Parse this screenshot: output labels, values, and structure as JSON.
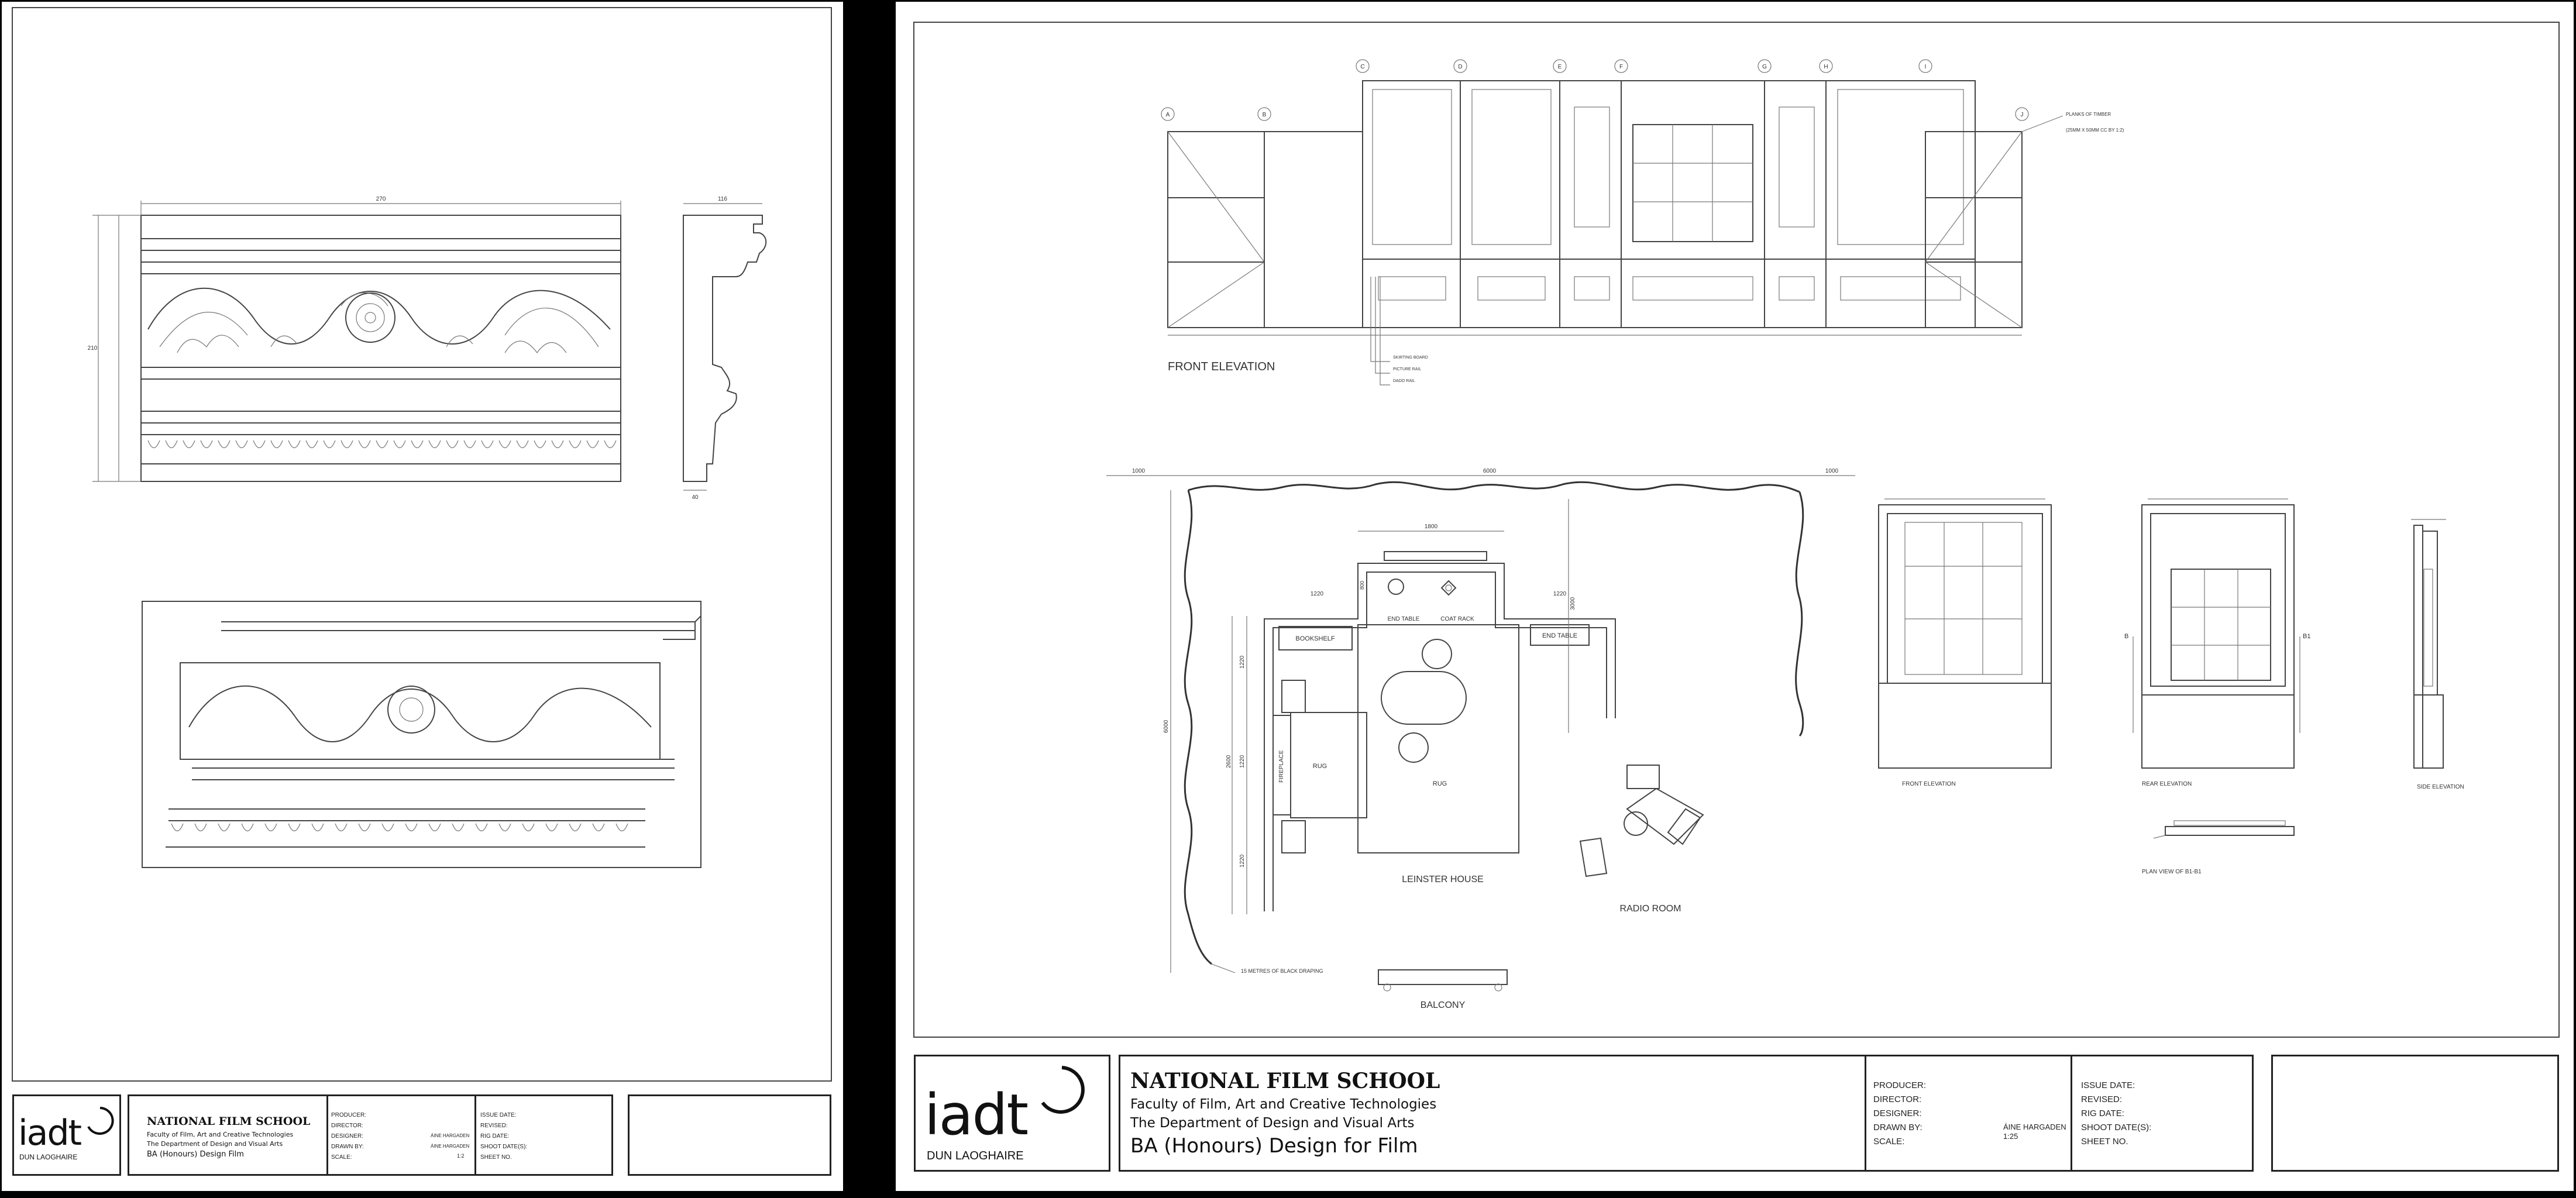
{
  "left_sheet": {
    "title_block": {
      "logo_word": "iadt",
      "logo_sub": "DUN LAOGHAIRE",
      "school": "NATIONAL FILM SCHOOL",
      "faculty": "Faculty of Film, Art and Creative Technologies",
      "department": "The Department of Design and Visual Arts",
      "course": "BA (Honours) Design Film",
      "fields_left": [
        "PRODUCER:",
        "DIRECTOR:",
        "DESIGNER:",
        "DRAWN BY:",
        "SCALE:"
      ],
      "fields_right": [
        "ISSUE DATE:",
        "REVISED:",
        "RIG DATE:",
        "SHOOT DATE(S):",
        "SHEET NO."
      ],
      "designer_value": "ÁINE HARGADEN",
      "drawn_value": "ÁINE HARGADEN",
      "scale_value": "1:2"
    },
    "dims": {
      "top_width": "270",
      "profile_top": "116",
      "profile_bottom": "40",
      "overall_height": "210"
    }
  },
  "right_sheet": {
    "labels": {
      "front_elevation": "FRONT  ELEVATION",
      "leinster_house": "LEINSTER  HOUSE",
      "radio_room": "RADIO ROOM",
      "balcony": "BALCONY",
      "bookshelf": "BOOKSHELF",
      "end_table_1": "END TABLE",
      "coat_rack": "COAT RACK",
      "end_table_2": "END TABLE",
      "fireplace": "FIREPLACE",
      "rug_1": "RUG",
      "rug_2": "RUG",
      "black_drape": "15 METRES OF BLACK DRAPING",
      "skirting": "SKIRTING BOARD",
      "picture_rail": "PICTURE RAIL",
      "dado_rail": "DADO RAIL",
      "planks_note": "PLANKS OF TIMBER",
      "planks_note_2": "(25MM X 50MM CC BY 1:2)",
      "win_front": "FRONT ELEVATION",
      "win_rear": "REAR ELEVATION",
      "win_side": "SIDE ELEVATION",
      "plan_view": "PLAN VIEW OF B1-B1",
      "section_b": "B",
      "section_b1": "B1"
    },
    "grid_letters": [
      "A",
      "B",
      "C",
      "D",
      "E",
      "F",
      "G",
      "H",
      "I",
      "J"
    ],
    "plan_dims": {
      "left": "1000",
      "middle": "6000",
      "right": "1000",
      "alcove": "1800",
      "side_left": "1220",
      "side_right": "1220",
      "depth": "3000",
      "height": "6000",
      "wall": "2600",
      "seg1": "1220",
      "seg2": "1220",
      "seg3": "1220",
      "small": "800"
    },
    "title_block": {
      "logo_word": "iadt",
      "logo_sub": "DUN LAOGHAIRE",
      "school": "NATIONAL FILM SCHOOL",
      "faculty": "Faculty of Film, Art and Creative Technologies",
      "department": "The Department of Design and Visual Arts",
      "course": "BA (Honours) Design for Film",
      "fields_left": [
        "PRODUCER:",
        "DIRECTOR:",
        "DESIGNER:",
        "DRAWN BY:",
        "SCALE:"
      ],
      "fields_right": [
        "ISSUE DATE:",
        "REVISED:",
        "RIG DATE:",
        "SHOOT DATE(S):",
        "SHEET NO."
      ],
      "drawn_value": "ÁINE HARGADEN",
      "scale_value": "1:25"
    }
  }
}
